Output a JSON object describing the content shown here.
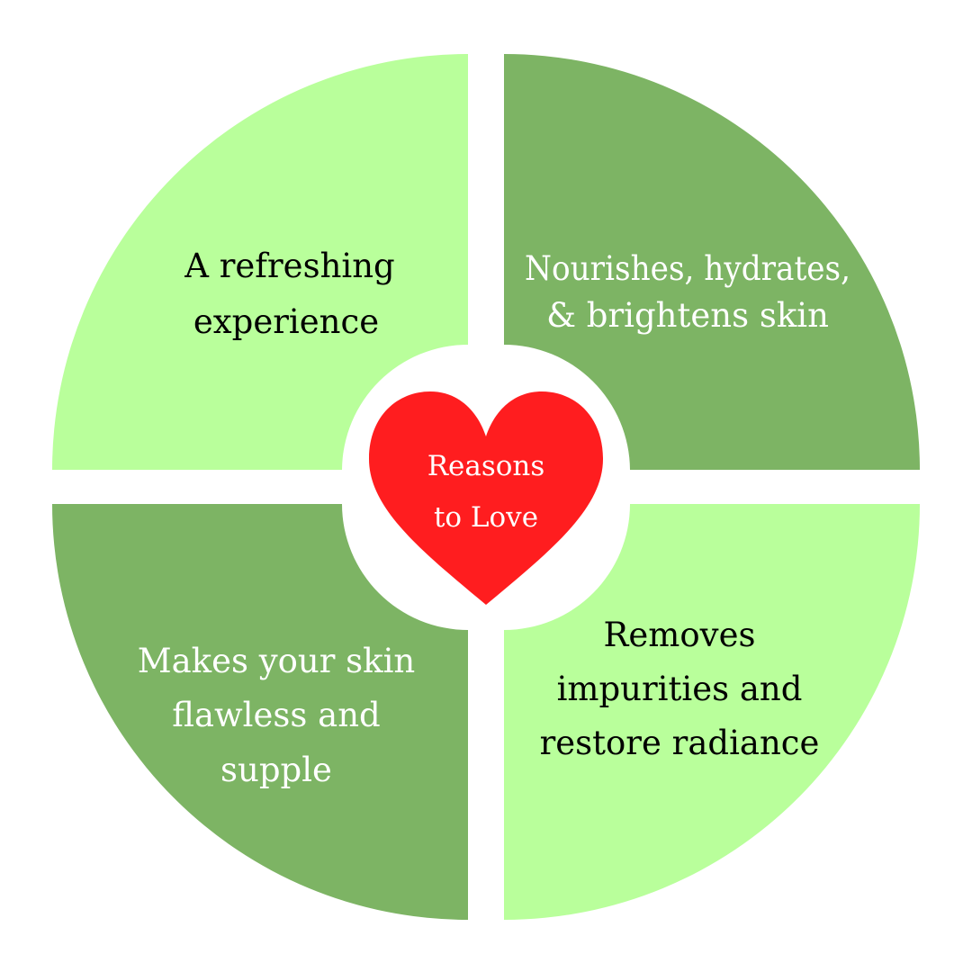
{
  "colors": {
    "light_green": "#b9ff9b",
    "dark_green": "#7db464",
    "heart_red": "#ff1d1f",
    "background": "#ffffff",
    "text_dark": "#000000",
    "text_light": "#ffffff"
  },
  "center": {
    "icon": "heart-icon",
    "line1": "Reasons",
    "line2": "to Love"
  },
  "quadrants": {
    "top_left": {
      "line1": "A refreshing",
      "line2": "experience"
    },
    "top_right": {
      "line1": "Nourishes,  hydrates,",
      "line2": "& brightens skin"
    },
    "bottom_left": {
      "line1": "Makes your skin",
      "line2": "flawless and",
      "line3": "supple"
    },
    "bottom_right": {
      "line1": "Removes",
      "line2": "impurities and",
      "line3": "restore radiance"
    }
  }
}
